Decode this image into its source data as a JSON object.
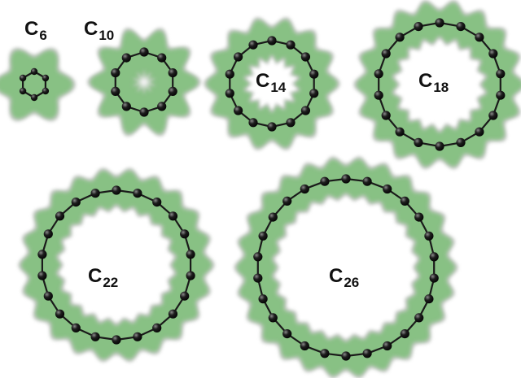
{
  "rings": [
    {
      "id": "c6",
      "element": "C",
      "count": "6",
      "atoms": 6
    },
    {
      "id": "c10",
      "element": "C",
      "count": "10",
      "atoms": 10
    },
    {
      "id": "c14",
      "element": "C",
      "count": "14",
      "atoms": 14
    },
    {
      "id": "c18",
      "element": "C",
      "count": "18",
      "atoms": 18
    },
    {
      "id": "c22",
      "element": "C",
      "count": "22",
      "atoms": 22
    },
    {
      "id": "c26",
      "element": "C",
      "count": "26",
      "atoms": 26
    }
  ],
  "colors": {
    "background": "#ffffff",
    "density_surface": "#7fc07a",
    "density_edge": "#4e9a4b",
    "atom": "#1e1e1e",
    "bond": "#1a1a1a",
    "label": "#111111"
  }
}
